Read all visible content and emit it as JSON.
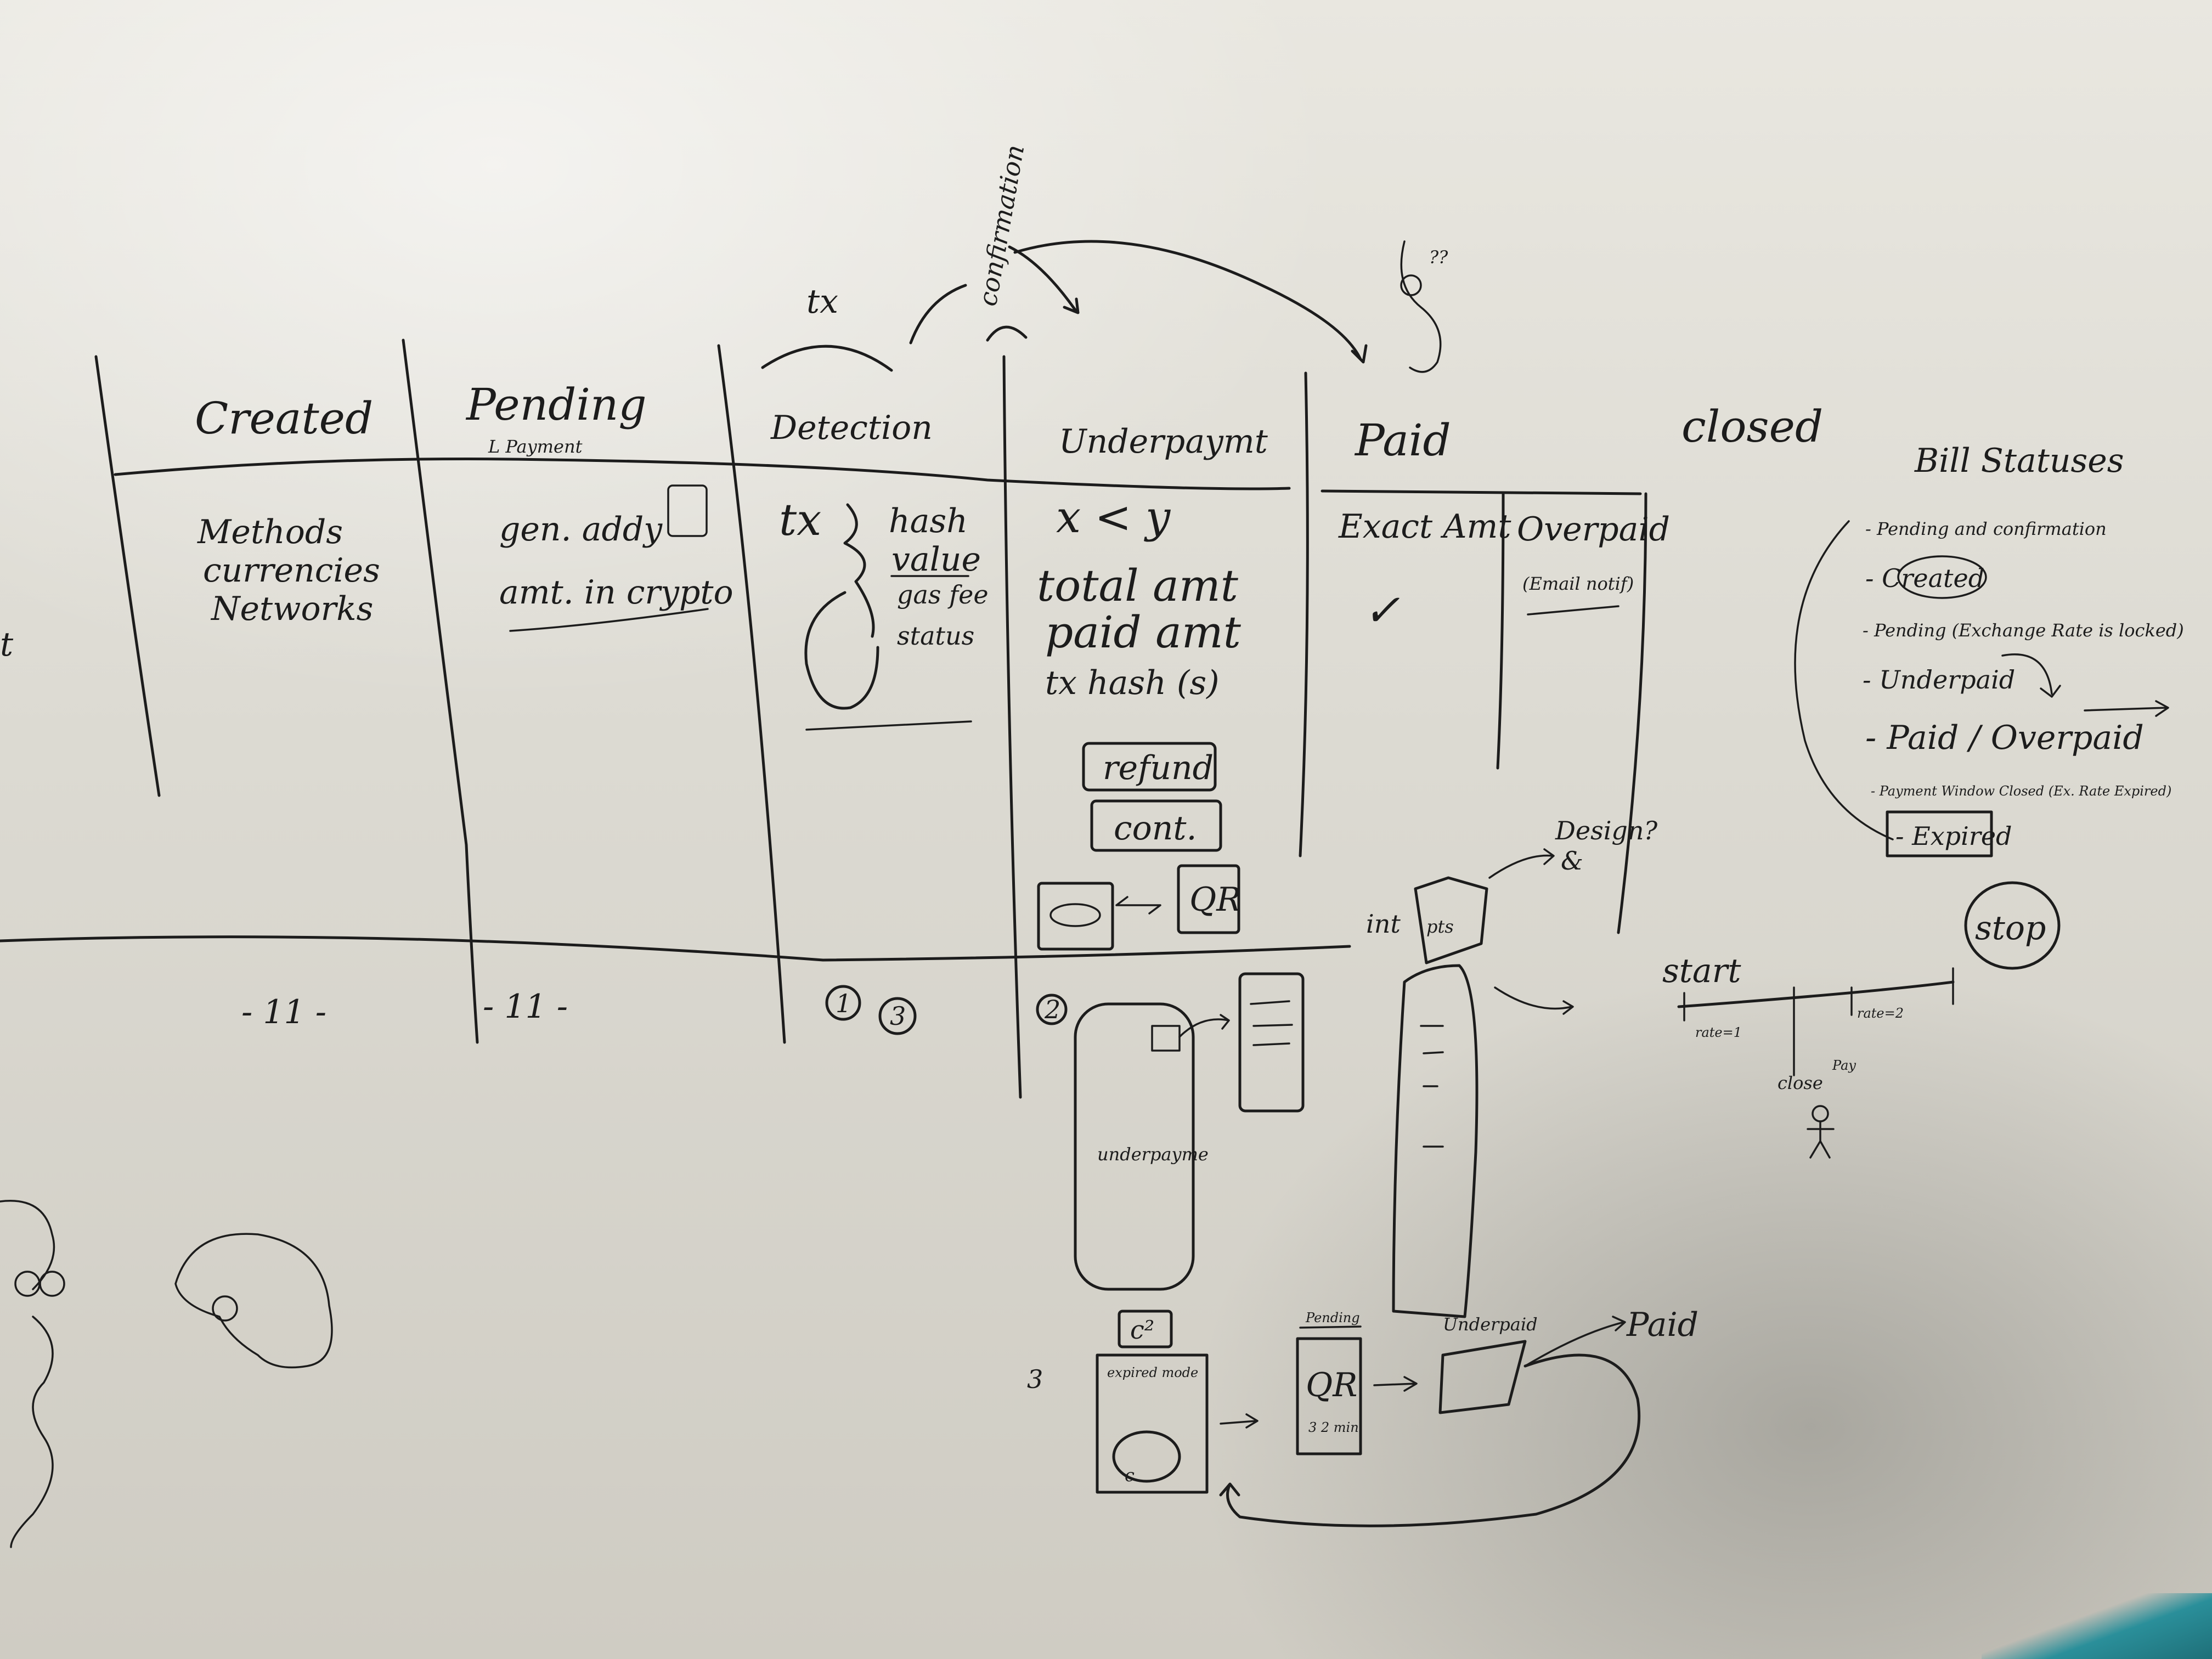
{
  "columns": {
    "created": {
      "title": "Created",
      "items": [
        "Methods",
        "currencies",
        "Networks"
      ],
      "footer": "- 11 -"
    },
    "pending": {
      "title": "Pending",
      "subtitle": "L Payment",
      "items": [
        "gen. addy",
        "amt. in crypto"
      ],
      "footer": "- 11 -"
    },
    "detection": {
      "title": "Detection",
      "above": "tx",
      "tx_label": "tx",
      "items": [
        "hash",
        "value",
        "gas fee",
        "status"
      ],
      "footer_circles": [
        "1",
        "3"
      ]
    },
    "underpayment": {
      "title": "Underpaymt",
      "items": [
        "x < y",
        "total amt",
        "paid amt",
        "tx hash (s)"
      ],
      "buttons": [
        "refund",
        "cont."
      ],
      "qr_label": "QR",
      "footer_circle": "2",
      "card_label": "underpayme"
    },
    "paid": {
      "title": "Paid",
      "exact": "Exact Amt",
      "check": "✓",
      "overpaid": "Overpaid",
      "overpaid_note": "(Email notif)",
      "int_label": "int",
      "page_label": "pts",
      "design_label": "Design?",
      "design_sub": "&"
    },
    "closed": {
      "title": "closed"
    }
  },
  "top_annotation": "confirmation",
  "bill_statuses": {
    "title": "Bill Statuses",
    "items": [
      "- Pending and confirmation",
      "- Created",
      "- Pending (Exchange Rate is locked)",
      "- Underpaid",
      "- Paid / Overpaid",
      "- Payment Window Closed (Ex. Rate Expired)",
      "- Expired"
    ]
  },
  "timeline": {
    "start": "start",
    "stop": "stop",
    "rate1": "rate=1",
    "rate2": "rate=2",
    "close": "close",
    "person_note": "Pay"
  },
  "bottom_flow": {
    "expired_card": "expired mode",
    "pending_card": "Pending",
    "qr": "QR",
    "qr_sub": "3 2 min",
    "underpaid_card": "Underpaid",
    "paid": "Paid",
    "number": "3",
    "card_letter": "c"
  },
  "left_edge_mark": "t"
}
